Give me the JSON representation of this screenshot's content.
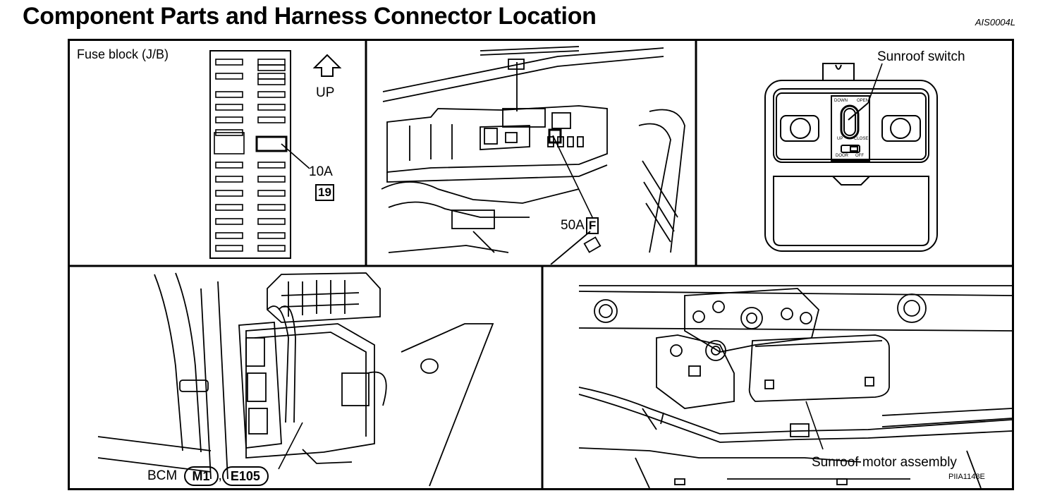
{
  "document": {
    "title": "Component Parts and Harness Connector Location",
    "code_top": "AIS0004L",
    "code_bottom": "PIIA1148E"
  },
  "panels": {
    "fuse_block": {
      "title": "Fuse block (J/B)",
      "arrow_label": "UP",
      "fuse_rating": "10A",
      "fuse_number": "19"
    },
    "ipdm": {
      "fuse_rating": "50A",
      "fuse_letter": "F"
    },
    "sunroof_switch": {
      "title": "Sunroof switch",
      "switch_marks": {
        "down": "DOWN",
        "open": "OPEN",
        "up": "UP",
        "close": "CLOSE",
        "door": "DOOR",
        "off": "OFF"
      }
    },
    "bcm": {
      "label": "BCM",
      "connector_1": "M1",
      "separator": ",",
      "connector_2": "E105"
    },
    "sunroof_motor": {
      "label": "Sunroof motor assembly"
    }
  }
}
